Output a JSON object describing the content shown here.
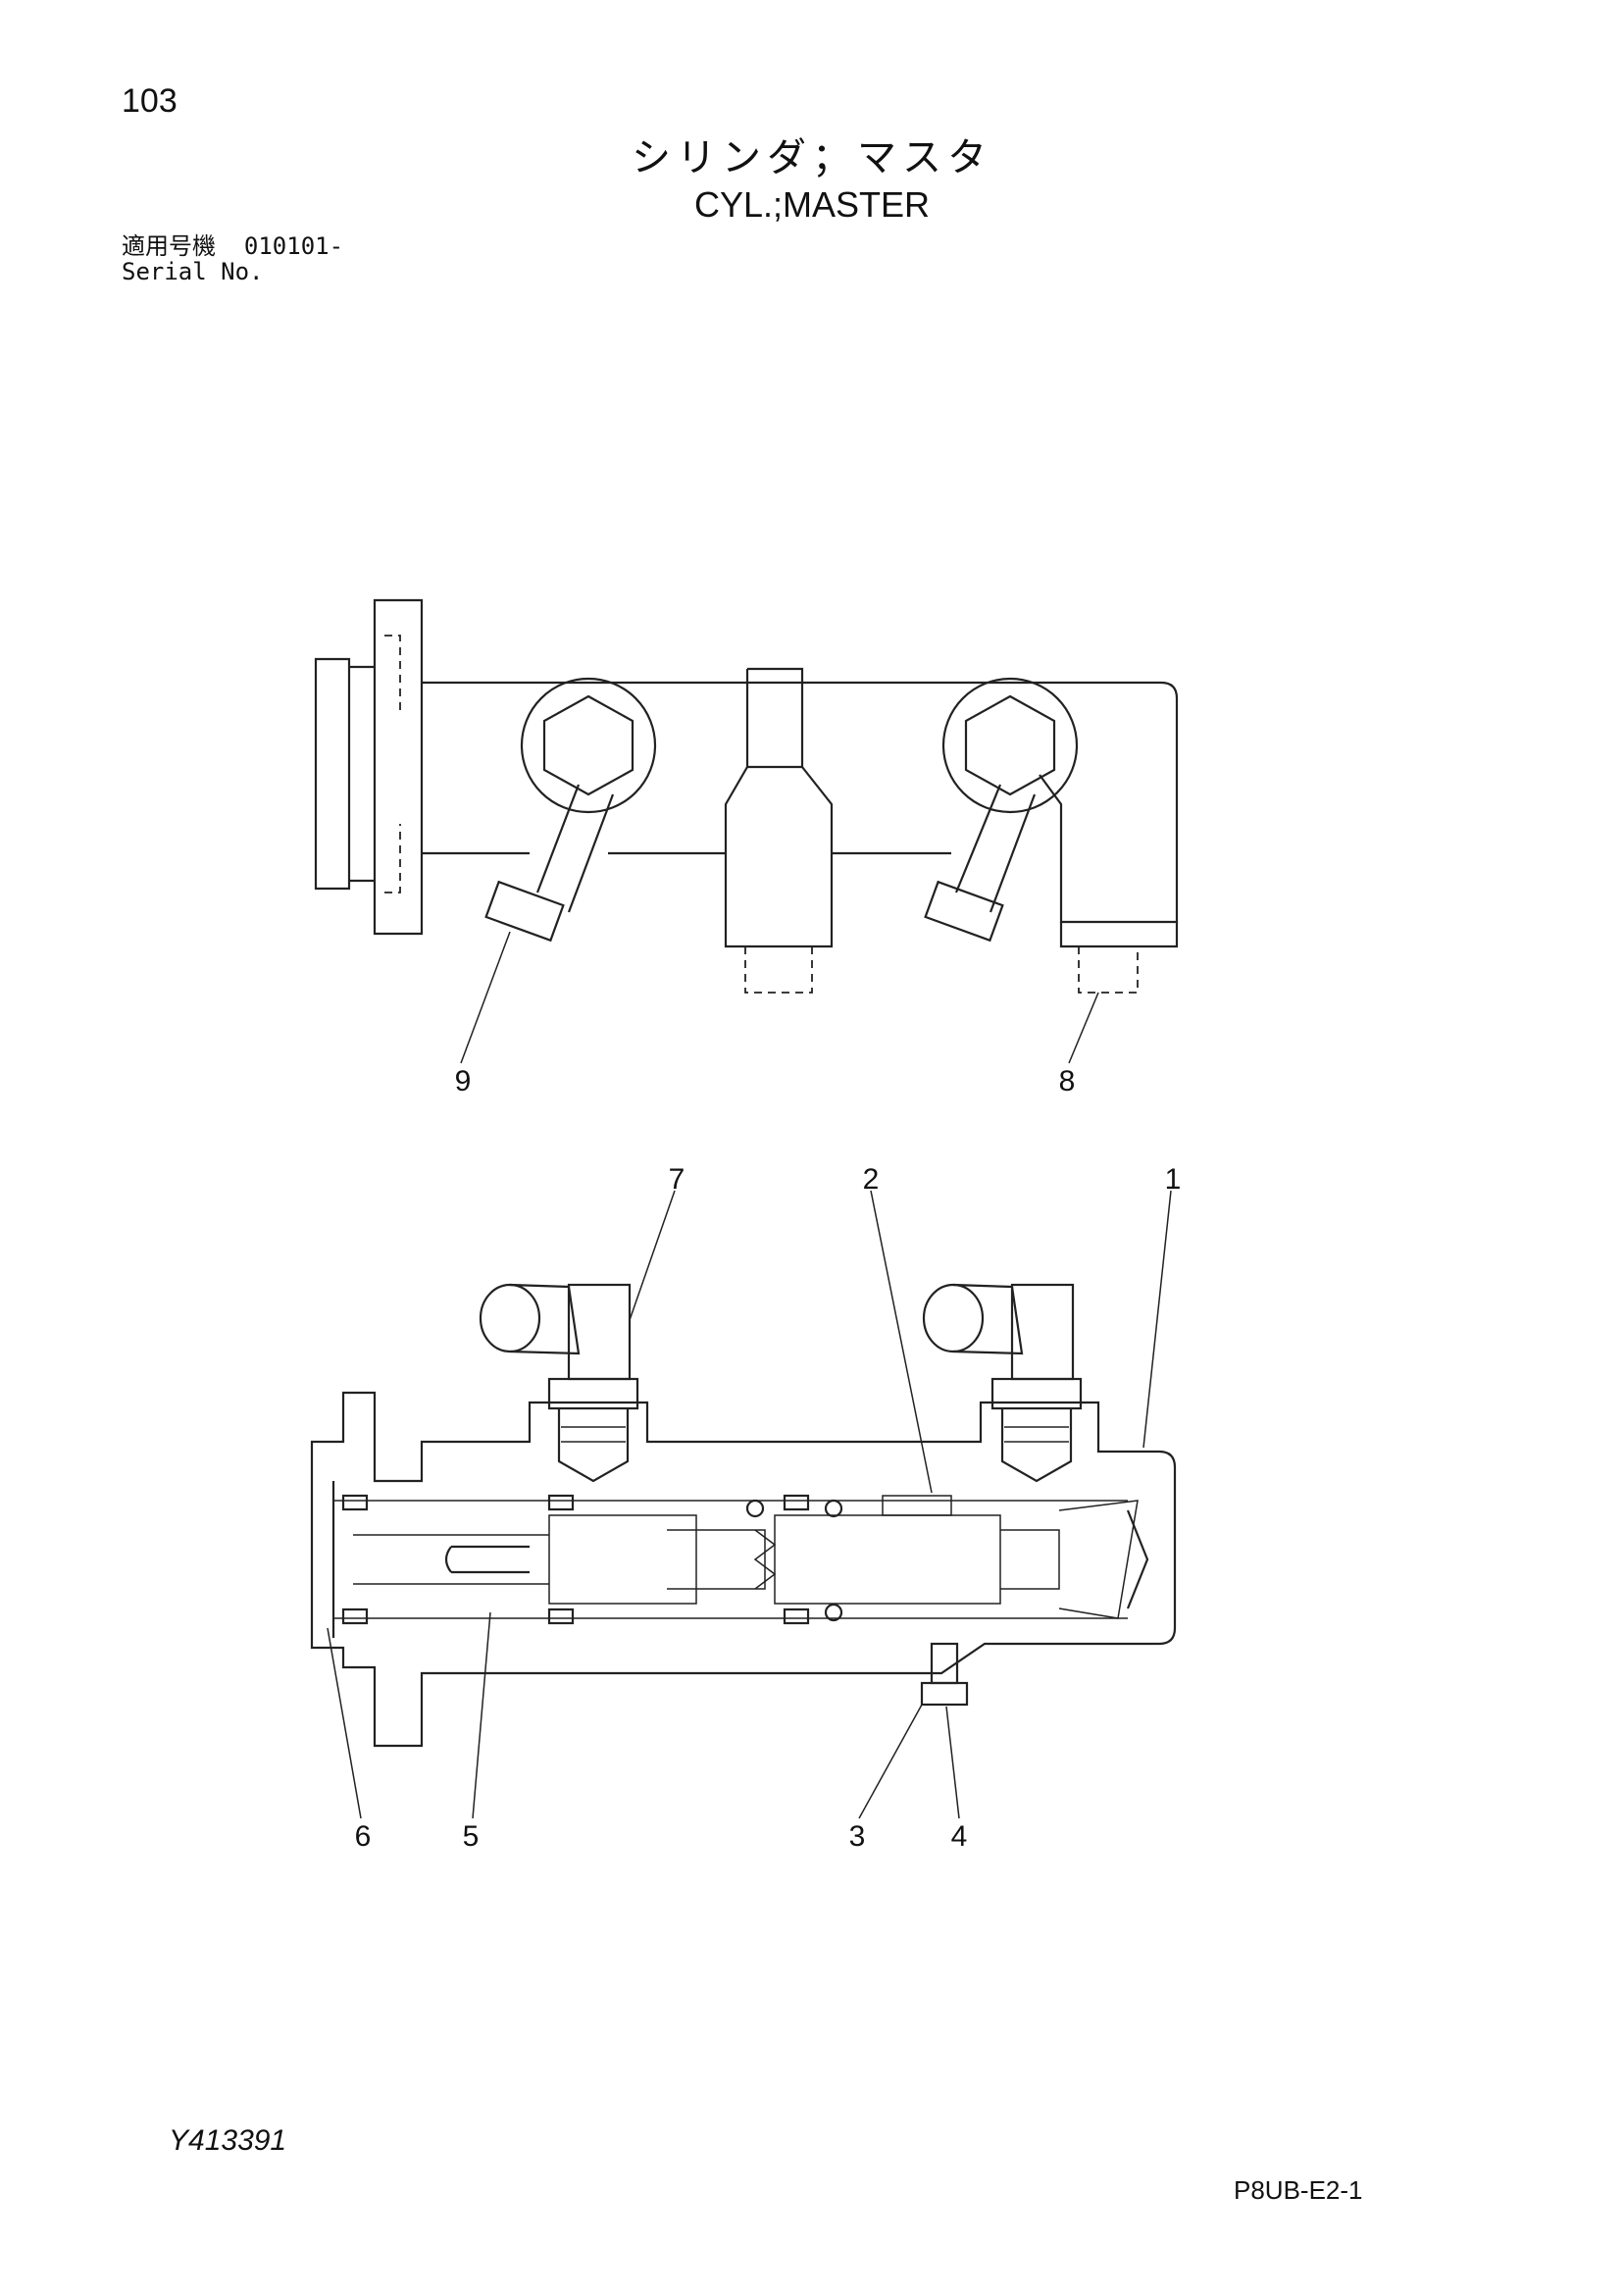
{
  "page_number": "103",
  "title_jp": "シリンダ；マスタ",
  "title_en": "CYL.;MASTER",
  "serial": {
    "label_jp": "適用号機",
    "value": "010101-",
    "label_en": "Serial No."
  },
  "callouts": [
    "1",
    "2",
    "3",
    "4",
    "5",
    "6",
    "7",
    "8",
    "9"
  ],
  "doc_code": "Y413391",
  "sheet_code": "P8UB-E2-1"
}
